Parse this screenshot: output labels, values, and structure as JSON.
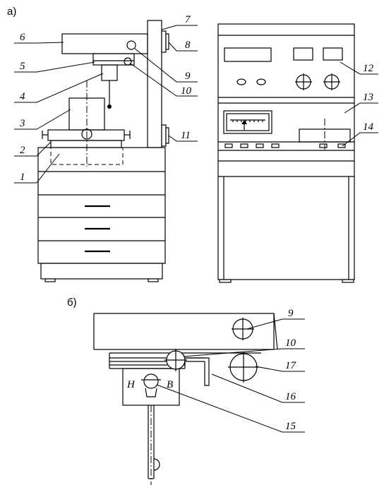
{
  "subfigures": {
    "a": "а)",
    "b": "б)"
  },
  "callouts_a": [
    "1",
    "2",
    "3",
    "4",
    "5",
    "6",
    "7",
    "8",
    "9",
    "10",
    "11",
    "12",
    "13",
    "14"
  ],
  "callouts_b": [
    "9",
    "10",
    "15",
    "16",
    "17"
  ],
  "marks_b": {
    "left": "Н",
    "right": "В"
  }
}
